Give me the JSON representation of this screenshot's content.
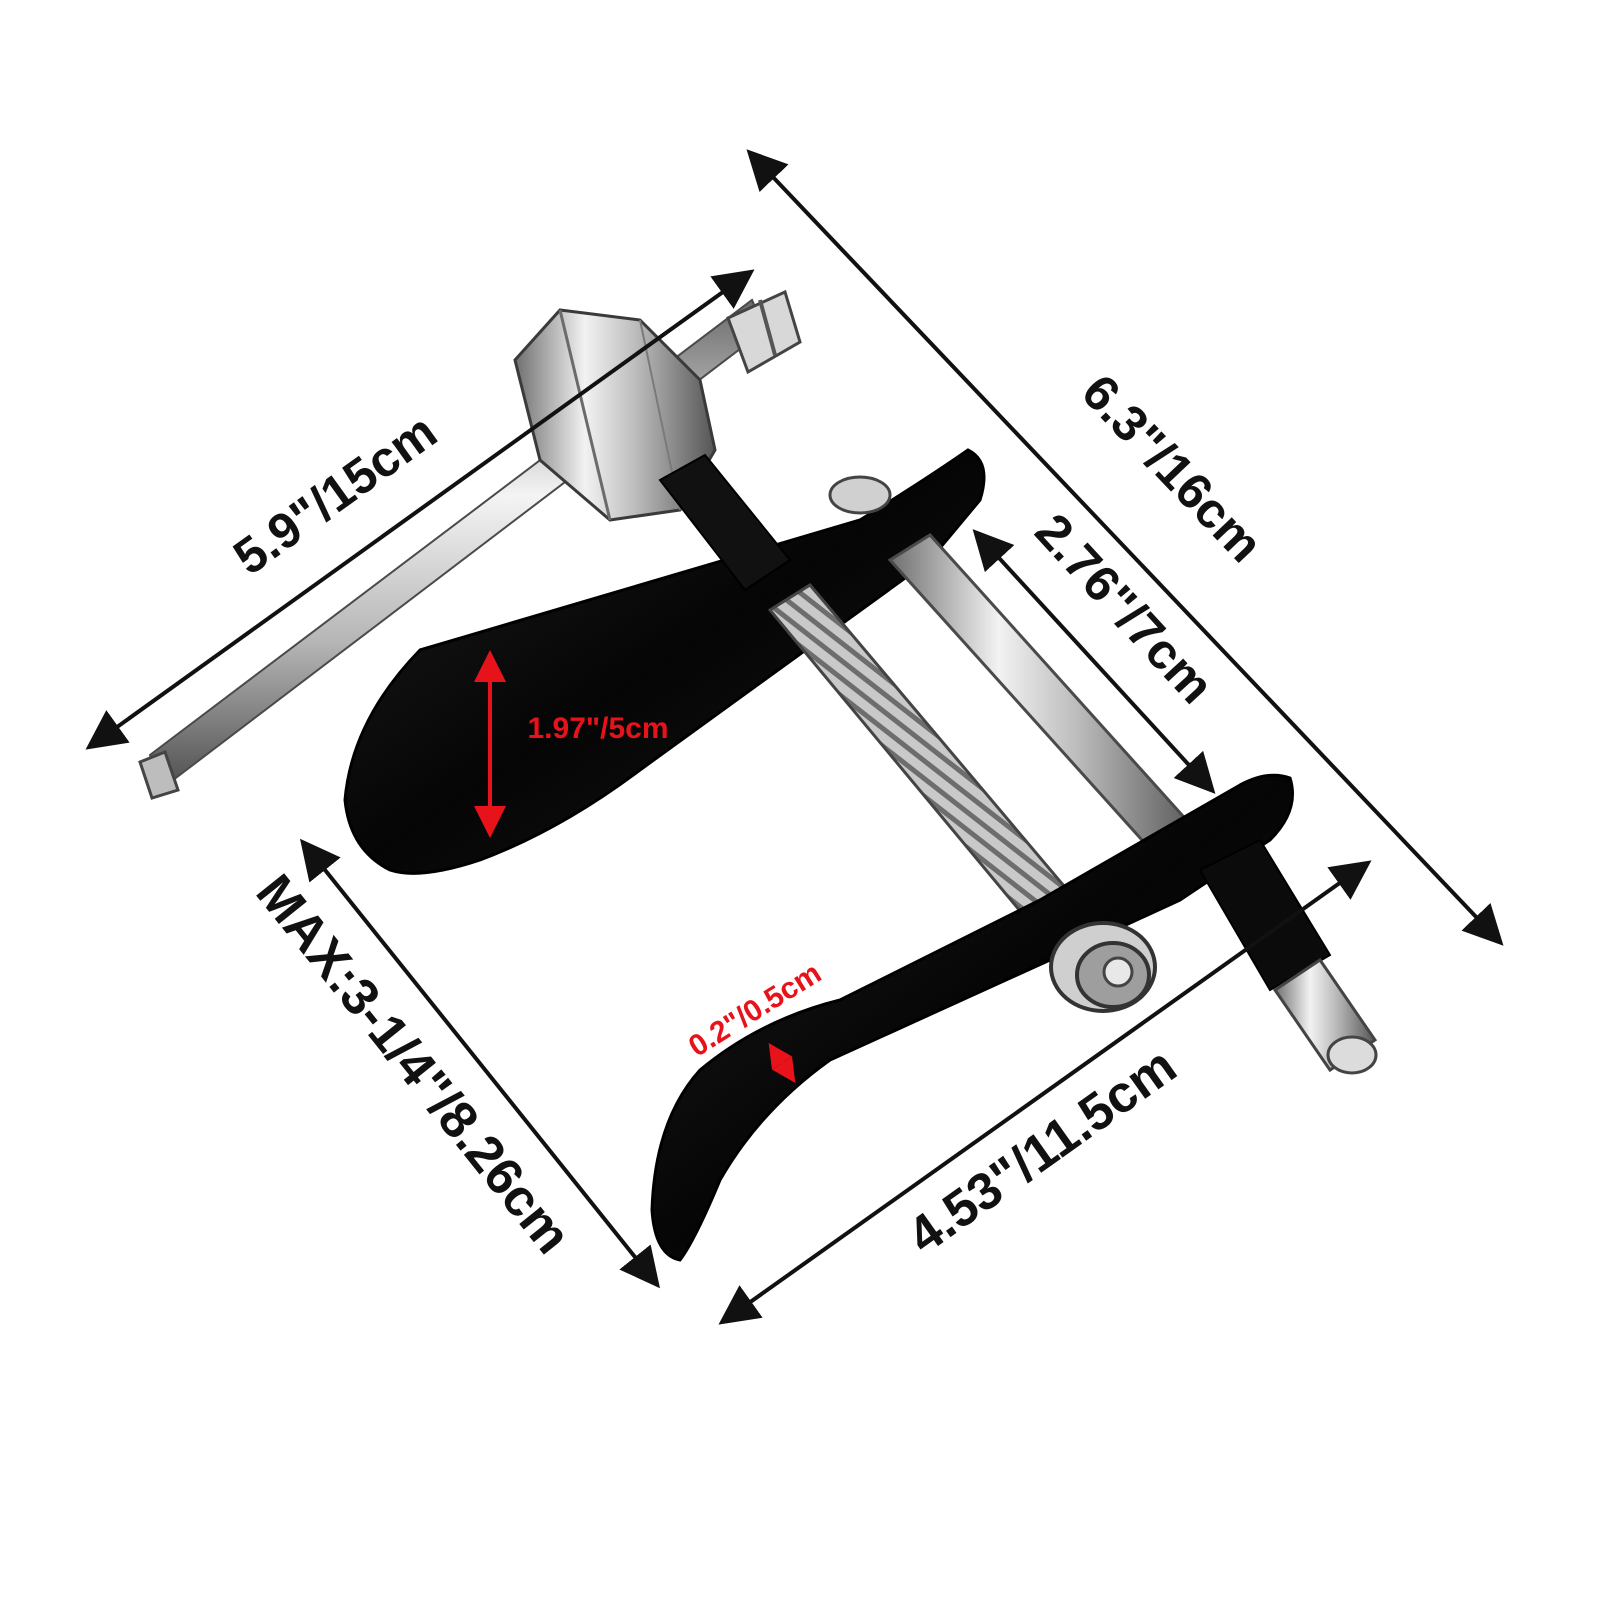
{
  "labels": {
    "shaft_length": "5.9\"/15cm",
    "overall_length": "6.3\"/16cm",
    "rod_length": "2.76\"/7cm",
    "plate_height": "1.97\"/5cm",
    "max_opening": "MAX:3-1/4\"/8.26cm",
    "plate_width": "4.53\"/11.5cm",
    "plate_thickness": "0.2\"/0.5cm"
  },
  "colors": {
    "background": "#ffffff",
    "plate": "#0d0d0d",
    "steel_light": "#e8e8e8",
    "steel_mid": "#a9a9a9",
    "steel_dark": "#5a5a5a",
    "dimension_line": "#111111",
    "highlight": "#e8121a"
  }
}
